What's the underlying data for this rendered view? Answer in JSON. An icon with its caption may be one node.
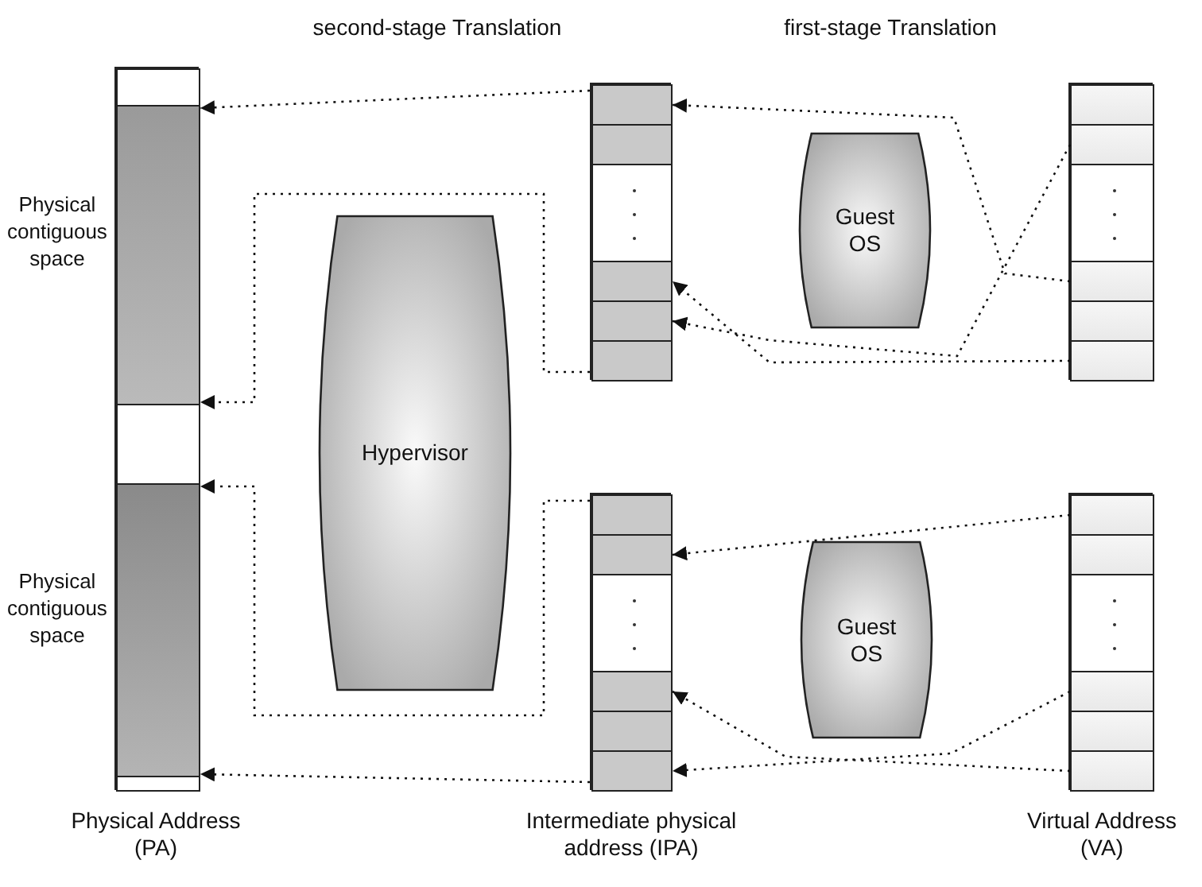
{
  "diagram": {
    "nodes": [
      {
        "text": [],
        "shape": "bar"
      },
      {
        "text": [],
        "shape": "box",
        "in": 0
      },
      {
        "text": [],
        "shape": "box",
        "in": 0,
        "beside": [
          "Physical contiguous space"
        ]
      },
      {
        "text": [],
        "shape": "box",
        "in": 0
      },
      {
        "text": [],
        "shape": "box",
        "in": 0,
        "beside": [
          "Physical contiguous space"
        ]
      },
      {
        "text": [],
        "shape": "box",
        "in": 0
      },
      {
        "text": [
          "Hypervisor"
        ]
      },
      {
        "text": [],
        "shape": "bar"
      },
      {
        "text": [],
        "shape": "box",
        "in": 7
      },
      {
        "text": [],
        "shape": "box",
        "in": 7
      },
      {
        "text": [],
        "shape": "box",
        "in": 7
      },
      {
        "text": [],
        "shape": "box",
        "in": 7
      },
      {
        "text": [],
        "shape": "box",
        "in": 7
      },
      {
        "text": [],
        "shape": "box",
        "in": 7
      },
      {
        "text": [],
        "shape": "bar"
      },
      {
        "text": [],
        "shape": "box",
        "in": 14
      },
      {
        "text": [],
        "shape": "box",
        "in": 14
      },
      {
        "text": [],
        "shape": "box",
        "in": 14
      },
      {
        "text": [],
        "shape": "box",
        "in": 14
      },
      {
        "text": [],
        "shape": "box",
        "in": 14
      },
      {
        "text": [],
        "shape": "box",
        "in": 14
      },
      {
        "text": [
          "Guest OS"
        ]
      },
      {
        "text": [
          "Guest OS"
        ]
      },
      {
        "text": [],
        "shape": "bar"
      },
      {
        "text": [],
        "shape": "box",
        "in": 23
      },
      {
        "text": [],
        "shape": "box",
        "in": 23
      },
      {
        "text": [],
        "shape": "box",
        "in": 23
      },
      {
        "text": [],
        "shape": "box",
        "in": 23
      },
      {
        "text": [],
        "shape": "box",
        "in": 23
      },
      {
        "text": [],
        "shape": "box",
        "in": 23
      },
      {
        "text": [],
        "shape": "bar"
      },
      {
        "text": [],
        "shape": "box",
        "in": 30
      },
      {
        "text": [],
        "shape": "box",
        "in": 30
      },
      {
        "text": [],
        "shape": "box",
        "in": 30
      },
      {
        "text": [],
        "shape": "box",
        "in": 30
      },
      {
        "text": [],
        "shape": "box",
        "in": 30
      },
      {
        "text": [],
        "shape": "box",
        "in": 30
      }
    ],
    "edges": [
      {
        "from": 7,
        "to": 2,
        "arrow": "to",
        "style": "dashed"
      },
      {
        "from": 7,
        "to": 2,
        "arrow": "to",
        "style": "dashed"
      },
      {
        "from": 14,
        "to": 4,
        "arrow": "to",
        "style": "dashed"
      },
      {
        "from": 14,
        "to": 4,
        "arrow": "to",
        "style": "dashed"
      },
      {
        "from": 27,
        "to": 8,
        "arrow": "to",
        "style": "dashed"
      },
      {
        "from": 25,
        "to": 12,
        "arrow": "to",
        "style": "dashed"
      },
      {
        "from": 29,
        "to": 11,
        "arrow": "to",
        "style": "dashed"
      },
      {
        "from": 31,
        "to": 16,
        "arrow": "to",
        "style": "dashed"
      },
      {
        "from": 34,
        "to": 20,
        "arrow": "to",
        "style": "dashed"
      },
      {
        "from": 36,
        "to": 18,
        "arrow": "to",
        "style": "dashed"
      }
    ],
    "labels": [
      "second-stage Translation",
      "first-stage Translation",
      "Physical Address (PA)",
      "Intermediate physical address (IPA)",
      "Virtual Address (VA)"
    ]
  }
}
